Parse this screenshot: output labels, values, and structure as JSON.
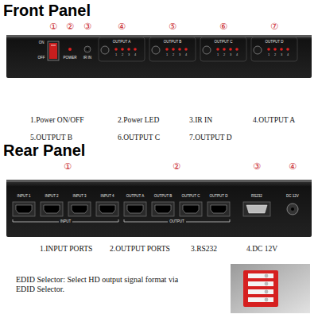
{
  "diagram": {
    "labels": [
      "Front Panel",
      "①",
      "②",
      "③",
      "④",
      "⑤",
      "⑥",
      "⑦",
      "ON",
      "OFF",
      "POWER",
      "IR IN",
      "OUTPUT A",
      "1",
      "2",
      "3",
      "4",
      "OUTPUT B",
      "1",
      "2",
      "3",
      "4",
      "OUTPUT C",
      "1",
      "2",
      "3",
      "4",
      "OUTPUT D",
      "1",
      "2",
      "3",
      "4",
      "1.Power ON/OFF",
      "2.Power LED",
      "3.IR IN",
      "4.OUTPUT A",
      "5.OUTPUT B",
      "6.OUTPUT C",
      "7.OUTPUT D",
      "Rear Panel",
      "①",
      "②",
      "③",
      "④",
      "INPUT 1",
      "INPUT 2",
      "INPUT 3",
      "INPUT 4",
      "OUTPUT A",
      "OUTPUT B",
      "OUTPUT C",
      "OUTPUT D",
      "INPUT",
      "OUTPUT",
      "RS232",
      "DC 12V",
      "1.INPUT PORTS",
      "2.OUTPUT PORTS",
      "3.RS232",
      "4.DC 12V",
      "EDID Selector: Select HD output signal format via EDID Selector."
    ]
  }
}
